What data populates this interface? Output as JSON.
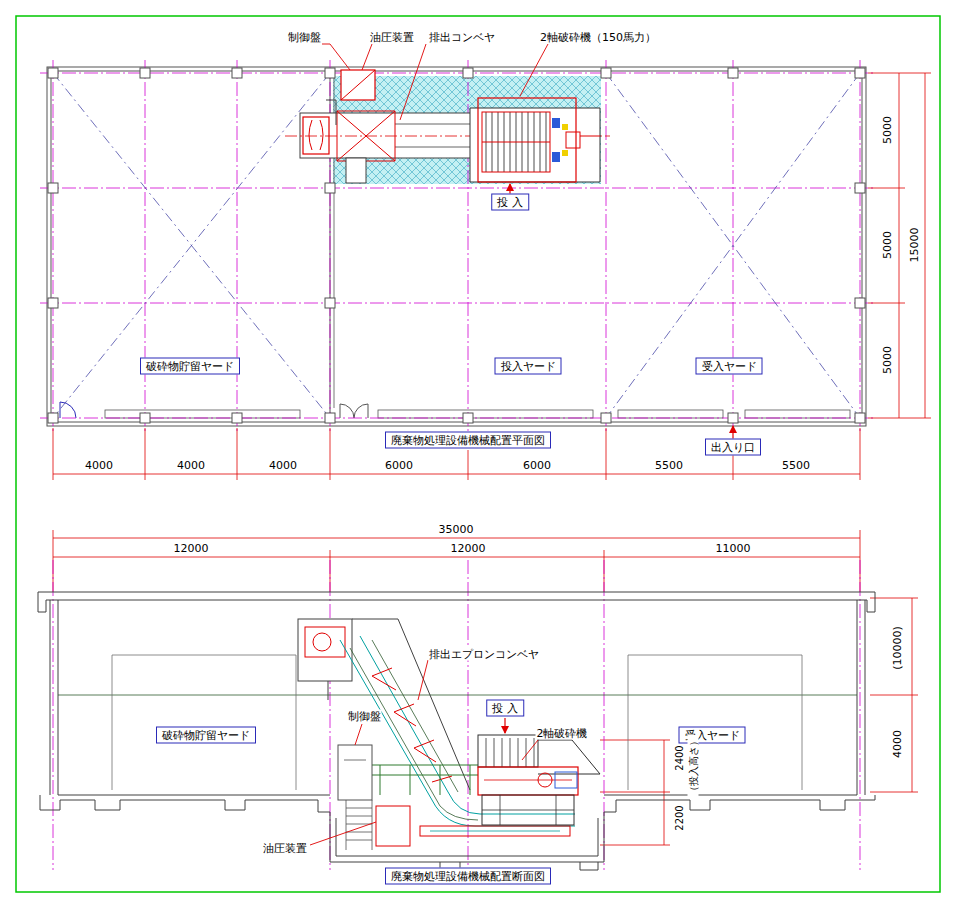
{
  "diagram": {
    "nodes": [
      {
        "text": [
          "投 入"
        ]
      },
      {
        "text": [
          "破砕物貯留ヤード"
        ]
      },
      {
        "text": [
          "投入ヤード"
        ]
      },
      {
        "text": [
          "受入ヤード"
        ]
      },
      {
        "text": [
          "廃棄物処理設備機械配置平面図"
        ]
      },
      {
        "text": [
          "出入り口"
        ]
      },
      {
        "text": [
          "投 入"
        ]
      },
      {
        "text": [
          "破砕物貯留ヤード"
        ]
      },
      {
        "text": [
          "受入ヤード"
        ]
      },
      {
        "text": [
          "廃棄物処理設備機械配置断面図"
        ]
      }
    ],
    "labels": [
      "制御盤",
      "油圧装置",
      "排出コンベヤ",
      "2軸破砕機（150馬力）",
      "5000",
      "5000",
      "5000",
      "15000",
      "4000",
      "4000",
      "4000",
      "6000",
      "6000",
      "5500",
      "5500",
      "35000",
      "12000",
      "12000",
      "11000",
      "排出エプロンコンベヤ",
      "2軸破砕機",
      "制御盤",
      "(10000)",
      "4000",
      "2400",
      "（投入高さ）",
      "2200",
      "油圧装置"
    ]
  }
}
